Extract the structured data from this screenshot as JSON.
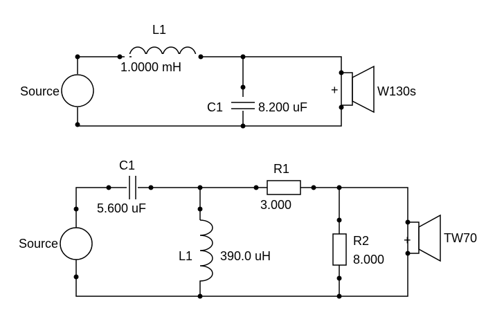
{
  "circuit_top": {
    "source_label": "Source",
    "inductor": {
      "name": "L1",
      "value": "1.0000 mH"
    },
    "capacitor": {
      "name": "C1",
      "value": "8.200 uF"
    },
    "speaker": {
      "name": "W130s",
      "polarity": "+"
    }
  },
  "circuit_bottom": {
    "source_label": "Source",
    "capacitor": {
      "name": "C1",
      "value": "5.600 uF"
    },
    "inductor": {
      "name": "L1",
      "value": "390.0 uH"
    },
    "resistor_series": {
      "name": "R1",
      "value": "3.000"
    },
    "resistor_shunt": {
      "name": "R2",
      "value": "8.000"
    },
    "speaker": {
      "name": "TW70",
      "polarity": "+"
    }
  }
}
